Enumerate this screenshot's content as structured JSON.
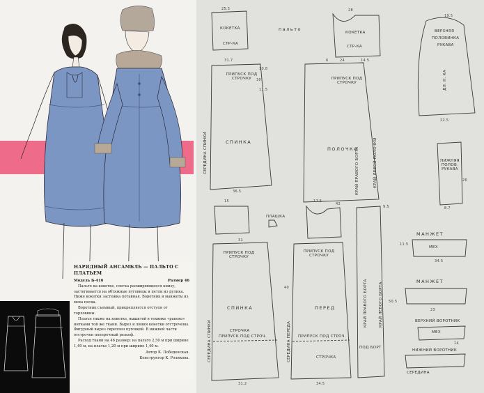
{
  "document": {
    "left_page": {
      "heading": "НАРЯДНЫЙ АНСАМБЛЬ — ПАЛЬТО С ПЛАТЬЕМ",
      "model": "Модель Б-416",
      "size": "Размер 46",
      "paragraphs": [
        "Пальто на кокетке, слегка расширяющееся книзу, застегивается на обтяжные пуговицы и петли из рулика. Ниже кокетки застежка потайная. Воротник и манжеты из меха песца.",
        "Воротник съемный, прикрепляется отступя от горловины.",
        "Платье также на кокетке, вышитой в технике «ракоко» нитками той же ткани. Вырез и линия кокетки отстрочены. Фигурный вырез скреплен пуговкой. В нижней части отстрочен поперечный рельеф.",
        "Расход ткани на 46 размер: на пальто 2,50 м при ширине 1,40 м, на платье 1,20 м при ширине 1,40 м."
      ],
      "credits": [
        "Автор К. Победенская.",
        "Конструктор К. Роликова."
      ]
    },
    "pattern": {
      "title": "пальто",
      "labels": {
        "kokette1": "КОКЕТКА",
        "strochka1": "СТР-КА",
        "kokette2": "КОКЕТКА",
        "strochka2": "СТР-КА",
        "verhnyaya": "ВЕРХНЯЯ",
        "polovinka": "ПОЛОВИНКА",
        "rukava": "РУКАВА",
        "dl_n_ka": "ДЛ. Н. КА",
        "pripusk_pod_strochku_1": "ПРИПУСК ПОД СТРОЧКУ",
        "pripusk_pod_strochku_2": "ПРИПУСК ПОД СТРОЧКУ",
        "spinka1": "СПИНКА",
        "polochka": "ПОЛОЧКА",
        "seredina_spinki": "СЕРЕДИНА СПИНКИ",
        "kray_pravoy_borta": "КРАЙ ПРАВОГО БОРТА",
        "kray_levoy_borta": "КРАЙ ЛЕВОЙ ПОЛОЧКИ",
        "nizhnyaya": "НИЖНЯЯ ПОЛОВ. РУКАВА",
        "pripusk3": "ПРИПУСК ПОД СТРОЧКУ",
        "pripusk4": "ПРИПУСК ПОД СТРОЧКУ",
        "spinka2": "СПИНКА",
        "pered": "ПЕРЕД",
        "strochka3": "СТРОЧКА",
        "strochka4": "СТРОЧКА",
        "pripusk_pod_strochku_bottom1": "ПРИПУСК ПОД СТРОЧ.",
        "pripusk_pod_strochku_bottom2": "ПРИПУСК ПОД СТРОЧ.",
        "plashka": "ПЛАШКА",
        "manzhet1": "МАНЖЕТ",
        "mekh1": "МЕХ",
        "manzhet2": "МАНЖЕТ",
        "verhniy_vorotnik": "ВЕРХНИЙ ВОРОТНИК",
        "mekh2": "МЕХ",
        "nizhniy_vorotnik": "НИЖНИЙ ВОРОТНИК",
        "seredina_bottom": "СЕРЕДИНА",
        "kray_pravogo_borta2": "КРАЙ ПРАВОГО БОРТА",
        "kray_levogo_borta2": "КРАЙ ЛЕВОГО БОРТА",
        "pod_bort": "ПОД БОРТ",
        "seredina_pereda": "СЕРЕДИНА ПЕРЕДА",
        "seredina_spinki2": "СЕРЕДИНА СПИНКИ"
      },
      "dimensions": {
        "d1": "25.5",
        "d2": "31.7",
        "d3": "10.8",
        "d4": "30",
        "d5": "11.5",
        "d6": "36.5",
        "d7": "28",
        "d8": "6",
        "d9": "24",
        "d10": "14.5",
        "d11": "42",
        "d12": "9.5",
        "d13": "19.5",
        "d14": "22.5",
        "d15": "34.5",
        "d16": "8.7",
        "d17": "31.2",
        "d18": "31",
        "d19": "34.5",
        "d20": "15",
        "d21": "17.5",
        "d22": "40",
        "d23": "23",
        "d24": "11.5",
        "d25": "14",
        "d26": "50.5",
        "d27": "26"
      }
    }
  },
  "colors": {
    "pink_band": "#ef6b8a",
    "dress_blue": "#7c96c4",
    "pattern_bg": "#e1e1de",
    "line": "#3a3a3a"
  }
}
